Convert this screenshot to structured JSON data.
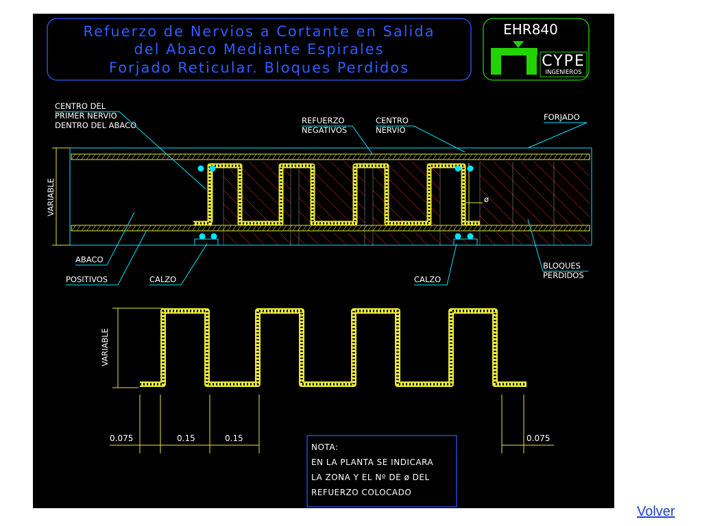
{
  "title_block": {
    "line1": "Refuerzo de Nervios a Cortante en Salida",
    "line2": "del Abaco Mediante Espirales",
    "line3": "Forjado Reticular. Bloques Perdidos"
  },
  "logo": {
    "code": "EHR840",
    "brand": "CYPE",
    "subbrand": "INGENIEROS"
  },
  "labels": {
    "centro_primer_1": "CENTRO DEL",
    "centro_primer_2": "PRIMER NERVIO",
    "centro_primer_3": "DENTRO DEL ABACO",
    "refuerzo_1": "REFUERZO",
    "refuerzo_2": "NEGATIVOS",
    "centro_nervio_1": "CENTRO",
    "centro_nervio_2": "NERVIO",
    "forjado": "FORJADO",
    "variable": "VARIABLE",
    "phi": "ø",
    "abaco": "ABACO",
    "positivos": "POSITIVOS",
    "calzo": "CALZO",
    "bloques_1": "BLOQUES",
    "bloques_2": "PERDIDOS"
  },
  "dimensions": [
    "0.075",
    "0.15",
    "0.15",
    "0.075"
  ],
  "nota": {
    "line1": "NOTA:",
    "line2": "EN LA PLANTA SE INDICARA",
    "line3": "LA ZONA Y EL Nº DE ø DEL",
    "line4": "REFUERZO COLOCADO"
  },
  "volver": "Volver",
  "colors": {
    "background": "#000000",
    "title_text": "#2f5cff",
    "logo_green": "#21d400",
    "rebar": "#e8e83a",
    "cyan": "#00e5ff",
    "hatch": "#c81e1e",
    "label_text": "#ffffff"
  }
}
